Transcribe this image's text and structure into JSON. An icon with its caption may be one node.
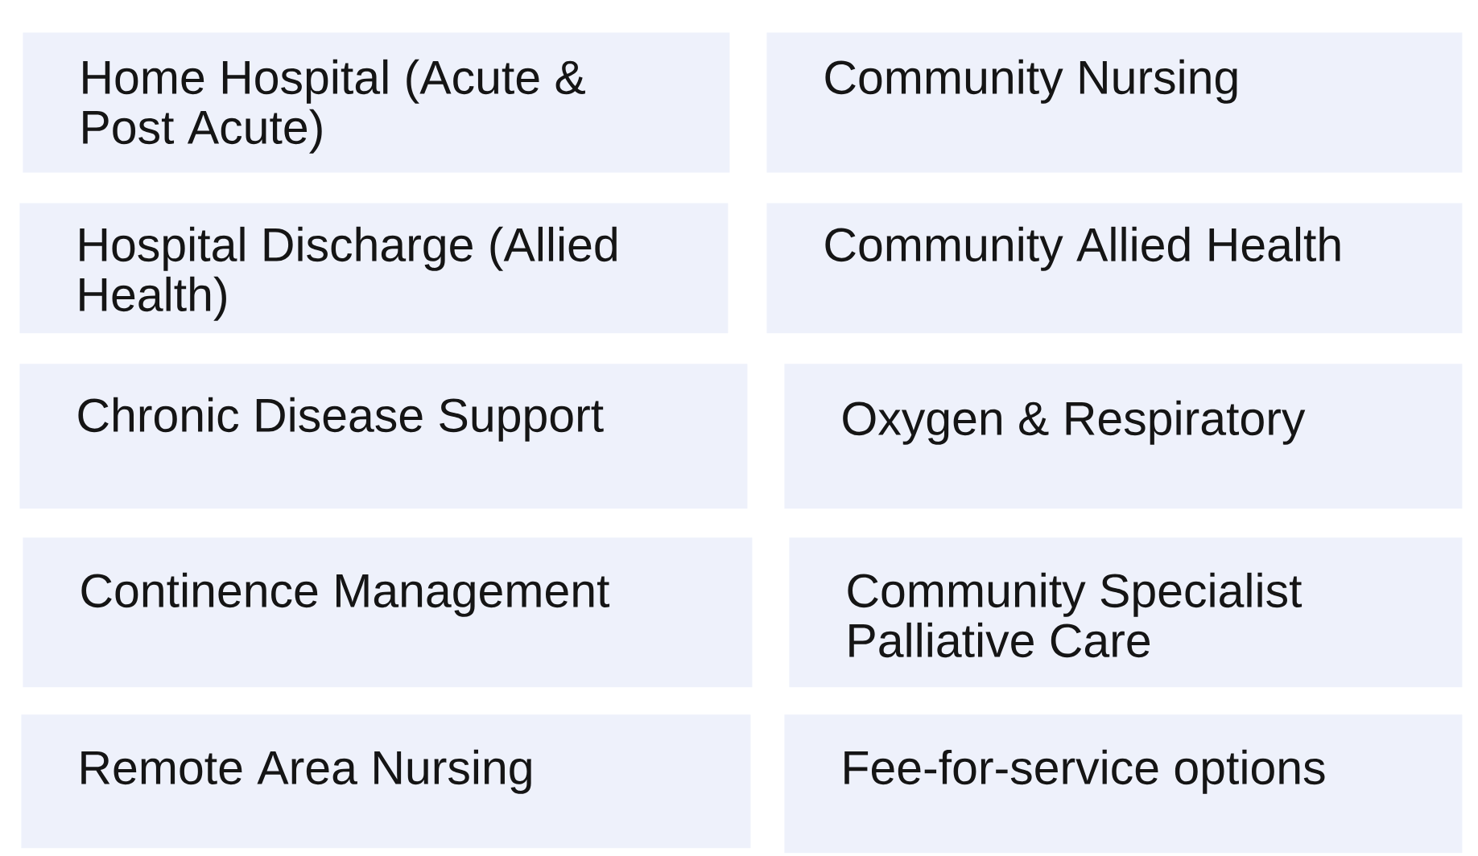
{
  "diagram": {
    "nodes": [
      {
        "text": [
          "Home Hospital (Acute & Post Acute)"
        ]
      },
      {
        "text": [
          "Community Nursing"
        ]
      },
      {
        "text": [
          "Hospital Discharge (Allied Health)"
        ]
      },
      {
        "text": [
          "Community Allied Health"
        ]
      },
      {
        "text": [
          "Chronic Disease Support"
        ]
      },
      {
        "text": [
          "Oxygen & Respiratory"
        ]
      },
      {
        "text": [
          "Continence Management"
        ]
      },
      {
        "text": [
          "Community Specialist Palliative Care"
        ]
      },
      {
        "text": [
          "Remote Area Nursing"
        ]
      },
      {
        "text": [
          "Fee-for-service options"
        ]
      }
    ]
  }
}
